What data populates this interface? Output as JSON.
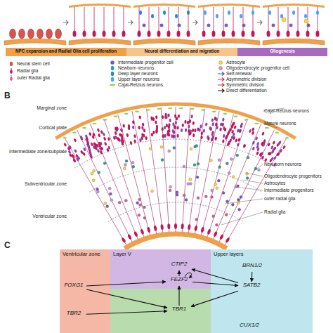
{
  "diagram": {
    "nodes": [
      {
        "text": [
          "NPC expansion and Radial Glia cell proliferation"
        ]
      },
      {
        "text": [
          "Neural differentiation and migration"
        ]
      },
      {
        "text": [
          "Gliogenesis"
        ]
      },
      {
        "text": [
          "Ventricular zone"
        ]
      },
      {
        "text": [
          "Layer V"
        ]
      },
      {
        "text": [
          "Upper layers"
        ]
      },
      {
        "text": [
          "FOXG1"
        ],
        "in": 3
      },
      {
        "text": [
          "TBR2"
        ],
        "in": 3
      },
      {
        "text": [
          "CTIP2"
        ],
        "in": 4
      },
      {
        "text": [
          "FEZF2"
        ],
        "in": 4
      },
      {
        "text": [
          "TBR1"
        ],
        "in": 4
      },
      {
        "text": [
          "BRN1/2"
        ],
        "in": 5
      },
      {
        "text": [
          "SATB2"
        ],
        "in": 5
      },
      {
        "text": [
          "CUX1/2"
        ],
        "in": 5
      }
    ],
    "edges": [
      {
        "from": 6,
        "to": 9,
        "arrow": "to"
      },
      {
        "from": 6,
        "to": 10,
        "arrow": "to"
      },
      {
        "from": 7,
        "to": 10,
        "arrow": "to"
      },
      {
        "from": 9,
        "to": 8,
        "arrow": "to"
      },
      {
        "from": 10,
        "to": 9,
        "arrow": "to"
      },
      {
        "from": 9,
        "to": 12,
        "arrow": "to"
      },
      {
        "from": 12,
        "to": 8,
        "arrow": "to"
      },
      {
        "from": 11,
        "to": 12,
        "arrow": "to"
      },
      {
        "from": 12,
        "to": 10,
        "arrow": "to"
      }
    ],
    "labels": [
      "B",
      "Marginal zone",
      "Cortical plate",
      "Intermediate zone/subplate",
      "Subventricular zone",
      "Ventricular zone",
      "Cajal-Retzius neurons",
      "Mature neurons",
      "New born neurons",
      "Oligodendrocyte progenitors",
      "Astrocytes",
      "Intermediate progenitors",
      "outer radial glia",
      "Radial glia",
      "C"
    ],
    "legend": [
      {
        "text": "Neural stem cell"
      },
      {
        "text": "Radial glia"
      },
      {
        "text": "outer Radial glia"
      },
      {
        "text": "Intermediate progenitor cell"
      },
      {
        "text": "Newborn neurons"
      },
      {
        "text": "Deep layer neurons"
      },
      {
        "text": "Upper layer neurons"
      },
      {
        "text": "Cajal-Retzius neurons"
      },
      {
        "text": "Astrocyte"
      },
      {
        "text": "Oligodendrocyte progenitor cell"
      },
      {
        "text": "Self-renewal"
      },
      {
        "text": "Asymmetric division"
      },
      {
        "text": "Symmetric division"
      },
      {
        "text": "Direct differentiation"
      }
    ]
  }
}
